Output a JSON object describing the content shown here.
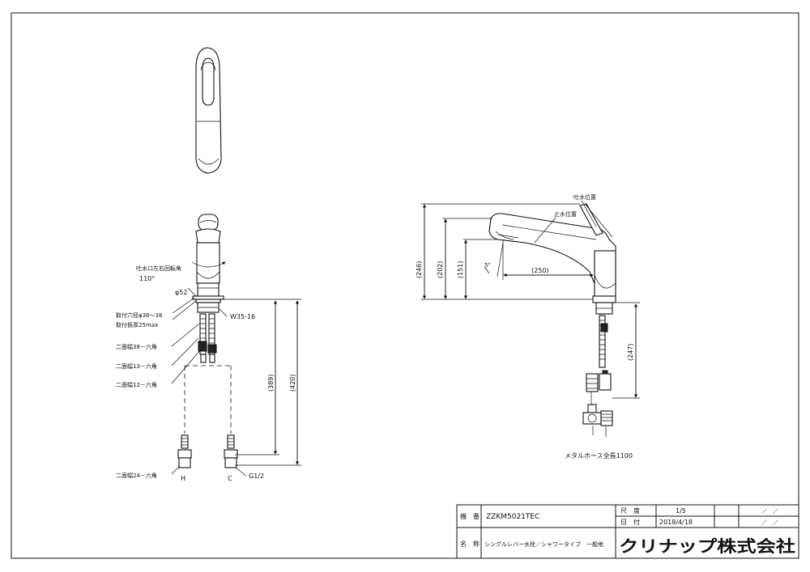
{
  "top_view": {},
  "front_view": {
    "annotations": {
      "rotation_label": "吐水口左右回転角",
      "rotation_value": "110°",
      "body_diameter": "φ52",
      "mount_hole": "取付穴径φ36～38",
      "mount_plate": "取付板厚25max",
      "nut_label": "W35-16",
      "width_38": "二面幅38－六角",
      "width_13": "二面幅13－六角",
      "width_12": "二面幅12－六角",
      "width_24": "二面幅24－六角",
      "hot": "H",
      "cold": "C",
      "thread": "G1/2"
    },
    "dimensions": {
      "d389": "(389)",
      "d420": "(420)"
    }
  },
  "side_view": {
    "annotations": {
      "water_out_pos": "吐水位置",
      "water_stop_pos": "止水位置",
      "angle": "5°",
      "hose_length": "メタルホース全長1100"
    },
    "dimensions": {
      "d246": "(246)",
      "d202": "(202)",
      "d151": "(151)",
      "d250": "(250)",
      "d247": "(247)"
    }
  },
  "title_block": {
    "model_label": "機　番",
    "model_value": "ZZKM5021TEC",
    "scale_label": "尺　度",
    "scale_value": "1/5",
    "date_label": "日　付",
    "date_value": "2018/4/18",
    "name_label": "名　称",
    "name_value": "シングルレバー水栓／シャワータイプ　一般地",
    "rev1": "／　／",
    "rev2": "／　／",
    "company": "クリナップ株式会社"
  }
}
